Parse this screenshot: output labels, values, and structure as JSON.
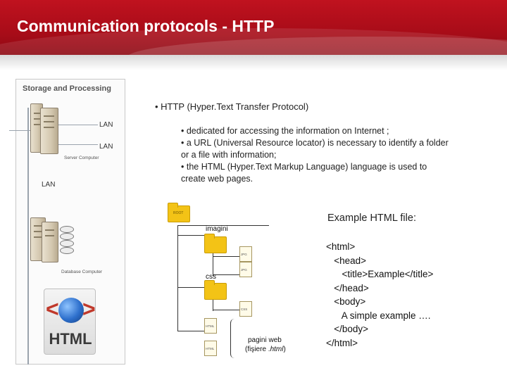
{
  "slide": {
    "title": "Communication protocols - HTTP",
    "accent_color": "#b0101c"
  },
  "diagram": {
    "title": "Storage and Processing",
    "lan_labels": [
      "LAN",
      "LAN",
      "LAN"
    ],
    "server_caption": "Server Computer",
    "database_caption": "Database Computer",
    "logo_text": "HTML"
  },
  "bullets": {
    "main": "• HTTP (Hyper.Text Transfer Protocol)",
    "sub": [
      "• dedicated for accessing the information on Internet ;",
      "• a URL (Universal Resource locator) is necessary to identify a folder",
      "or a file with information;",
      "• the HTML (Hyper.Text Markup Language) language is used to",
      "create web pages."
    ]
  },
  "folder_tree": {
    "root_tag": "ROOT",
    "labels": {
      "imagini": "imagini",
      "css": "css",
      "pagini": "pagini web",
      "fisiere_prefix": "(fişiere .",
      "fisiere_ext": "html",
      "fisiere_suffix": ")"
    },
    "file_tags": [
      "JPG",
      "JPG",
      "CSS",
      "HTML",
      "HTML"
    ]
  },
  "example": {
    "title": "Example HTML file:",
    "code_lines": [
      "<html>",
      "   <head>",
      "      <title>Example</title>",
      "   </head>",
      "   <body>",
      "      A simple example ….",
      "   </body>",
      "</html>"
    ]
  }
}
